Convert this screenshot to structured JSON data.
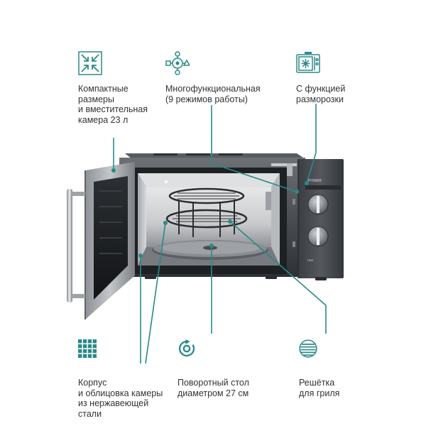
{
  "features": {
    "compact": {
      "icon": "compress-arrows-icon",
      "line1": "Компактные",
      "line2": "размеры",
      "line3": "и вместительная",
      "line4": "камера 23 л"
    },
    "multi": {
      "icon": "multifunction-icon",
      "line1": "Многофункциональная",
      "line2": "(9 режимов работы)"
    },
    "defrost": {
      "icon": "defrost-microwave-icon",
      "line1": "С функцией",
      "line2": "разморозки"
    },
    "steel": {
      "icon": "steel-grid-icon",
      "line1": "Корпус",
      "line2": "и облицовка камеры",
      "line3": "из нержавеющей",
      "line4": "стали"
    },
    "turntable": {
      "icon": "turntable-rotate-icon",
      "line1": "Поворотный стол",
      "line2": "диаметром 27 см"
    },
    "grill": {
      "icon": "grill-rack-icon",
      "line1": "Решётка",
      "line2": "для гриля"
    }
  },
  "product": {
    "brand": "POWER",
    "knob_label": "TIME"
  },
  "colors": {
    "accent": "#2a8a88",
    "text": "#333333",
    "steel_dark": "#3b3e42",
    "steel_light": "#a9adb2"
  }
}
